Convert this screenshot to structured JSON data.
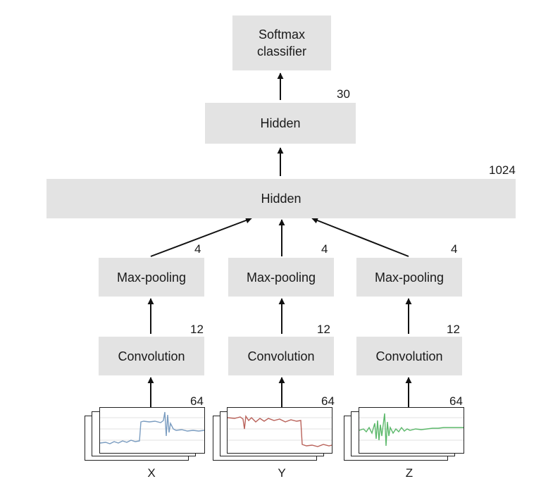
{
  "softmax": {
    "line1": "Softmax",
    "line2": "classifier"
  },
  "hidden_top": {
    "label": "Hidden",
    "units": "30"
  },
  "hidden_wide": {
    "label": "Hidden",
    "units": "1024"
  },
  "branches": [
    {
      "pool_label": "Max-pooling",
      "pool_size": "4",
      "conv_label": "Convolution",
      "conv_filters": "12",
      "input_size": "64",
      "axis": "X",
      "signal_color": "#7a9cc0"
    },
    {
      "pool_label": "Max-pooling",
      "pool_size": "4",
      "conv_label": "Convolution",
      "conv_filters": "12",
      "input_size": "64",
      "axis": "Y",
      "signal_color": "#b9625a"
    },
    {
      "pool_label": "Max-pooling",
      "pool_size": "4",
      "conv_label": "Convolution",
      "conv_filters": "12",
      "input_size": "64",
      "axis": "Z",
      "signal_color": "#5bb86a"
    }
  ]
}
